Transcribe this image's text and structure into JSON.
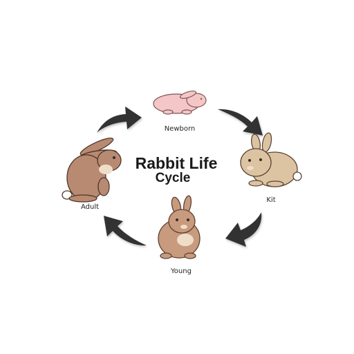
{
  "diagram": {
    "title_line1": "Rabbit Life",
    "title_line2": "Cycle",
    "stages": [
      {
        "label": "Newborn",
        "icon": "newborn-rabbit-icon"
      },
      {
        "label": "Kit",
        "icon": "kit-rabbit-icon"
      },
      {
        "label": "Young",
        "icon": "young-rabbit-icon"
      },
      {
        "label": "Adult",
        "icon": "adult-rabbit-icon"
      }
    ],
    "colors": {
      "arrow": "#333333",
      "newborn": "#f5c6c6",
      "kit": "#dcc3a2",
      "young": "#c89a7e",
      "adult": "#b88a72",
      "chest": "#f0ddc8"
    }
  }
}
